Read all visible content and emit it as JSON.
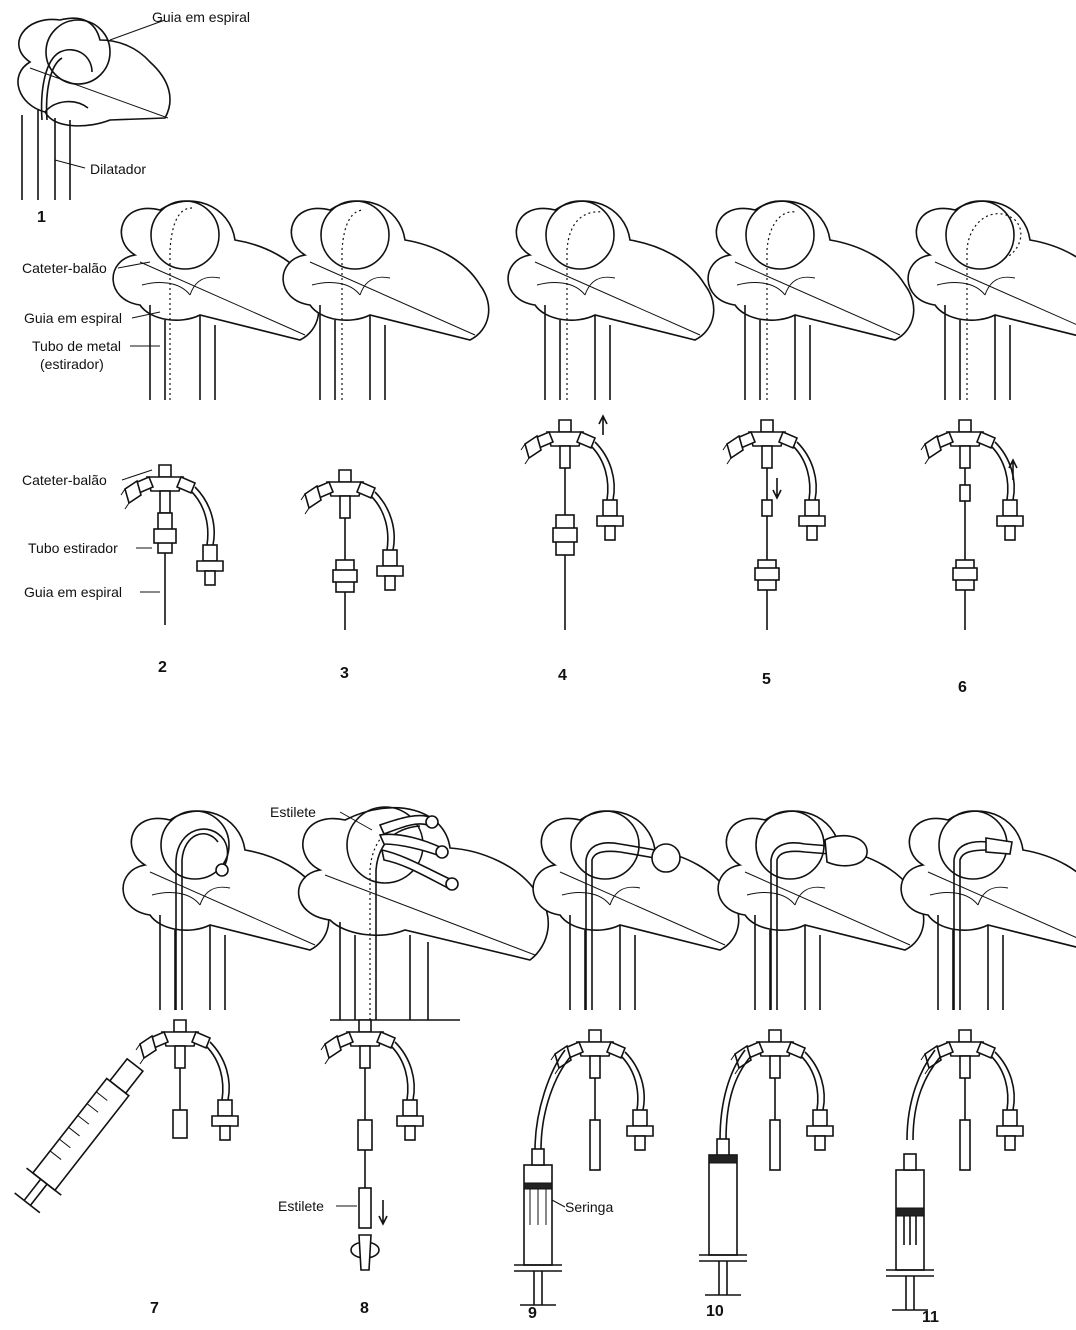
{
  "labels": {
    "guia_espiral_top": "Guia em espiral",
    "dilatador": "Dilatador",
    "cateter_balao_heart": "Cateter-balão",
    "guia_espiral_heart": "Guia em espiral",
    "tubo_metal": "Tubo de metal",
    "estirador_paren": "(estirador)",
    "cateter_balao_hub": "Cateter-balão",
    "tubo_estirador": "Tubo estirador",
    "guia_espiral_hub": "Guia em espiral",
    "estilete_top": "Estilete",
    "estilete_bottom": "Estilete",
    "seringa": "Seringa"
  },
  "steps": [
    "1",
    "2",
    "3",
    "4",
    "5",
    "6",
    "7",
    "8",
    "9",
    "10",
    "11"
  ]
}
